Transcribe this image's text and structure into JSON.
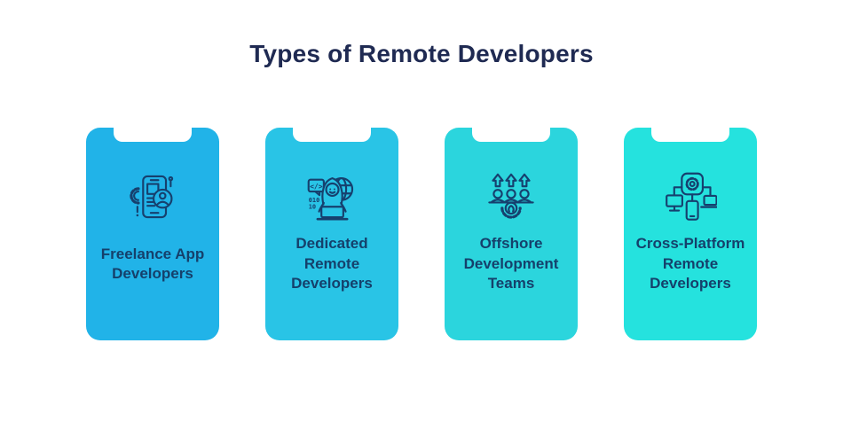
{
  "page": {
    "background": "#ffffff"
  },
  "header": {
    "title": "Types of Remote Developers"
  },
  "theme": {
    "title_color": "#1f2a52",
    "label_color": "#15406b",
    "icon_color": "#16406e"
  },
  "cards": [
    {
      "icon": "app-developer-icon",
      "bg": "#21b3e8",
      "label": [
        "Freelance App",
        "Developers"
      ]
    },
    {
      "icon": "remote-developer-icon",
      "bg": "#29c4e6",
      "label": [
        "Dedicated",
        "Remote",
        "Developers"
      ]
    },
    {
      "icon": "offshore-team-icon",
      "bg": "#2bd5dd",
      "label": [
        "Offshore",
        "Development",
        "Teams"
      ]
    },
    {
      "icon": "cross-platform-icon",
      "bg": "#25e2de",
      "label": [
        "Cross-Platform",
        "Remote",
        "Developers"
      ]
    }
  ],
  "icon_text": {
    "code_bubble": "</>",
    "binary_row1": "010",
    "binary_row2": "10"
  }
}
